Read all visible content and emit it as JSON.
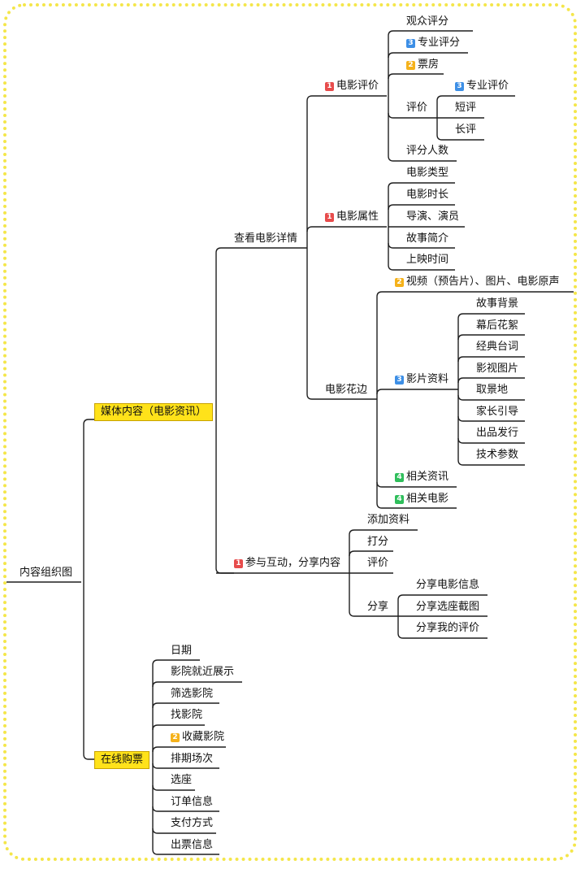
{
  "colors": {
    "priority1": "#e74c4c",
    "priority2": "#f5b21b",
    "priority3": "#3d8fe6",
    "priority4": "#2fbe5b",
    "highlight": "#ffe21a",
    "frame": "#f4e64a"
  },
  "root": "内容组织图",
  "media": {
    "label": "媒体内容（电影资讯）",
    "detail": {
      "label": "查看电影详情",
      "rating": {
        "label": "电影评价",
        "badge": "1",
        "audience": "观众评分",
        "pro": {
          "label": "专业评分",
          "badge": "3"
        },
        "box": {
          "label": "票房",
          "badge": "2"
        },
        "review": {
          "label": "评价",
          "pro": {
            "label": "专业评价",
            "badge": "3"
          },
          "short": "短评",
          "long": "长评"
        },
        "count": "评分人数"
      },
      "attr": {
        "label": "电影属性",
        "badge": "1",
        "items": [
          "电影类型",
          "电影时长",
          "导演、演员",
          "故事简介",
          "上映时间"
        ]
      },
      "extras": {
        "label": "电影花边",
        "video": {
          "label": "视频（预告片）、图片、电影原声",
          "badge": "2"
        },
        "info": {
          "label": "影片资料",
          "badge": "3",
          "items": [
            "故事背景",
            "幕后花絮",
            "经典台词",
            "影视图片",
            "取景地",
            "家长引导",
            "出品发行",
            "技术参数"
          ]
        },
        "news": {
          "label": "相关资讯",
          "badge": "4"
        },
        "films": {
          "label": "相关电影",
          "badge": "4"
        }
      }
    },
    "interact": {
      "label": "参与互动，分享内容",
      "badge": "1",
      "add": "添加资料",
      "score": "打分",
      "comment": "评价",
      "share": {
        "label": "分享",
        "items": [
          "分享电影信息",
          "分享选座截图",
          "分享我的评价"
        ]
      }
    }
  },
  "ticket": {
    "label": "在线购票",
    "items": [
      "日期",
      "影院就近展示",
      "筛选影院",
      "找影院",
      "收藏影院",
      "排期场次",
      "选座",
      "订单信息",
      "支付方式",
      "出票信息"
    ],
    "fav_badge": "2"
  }
}
